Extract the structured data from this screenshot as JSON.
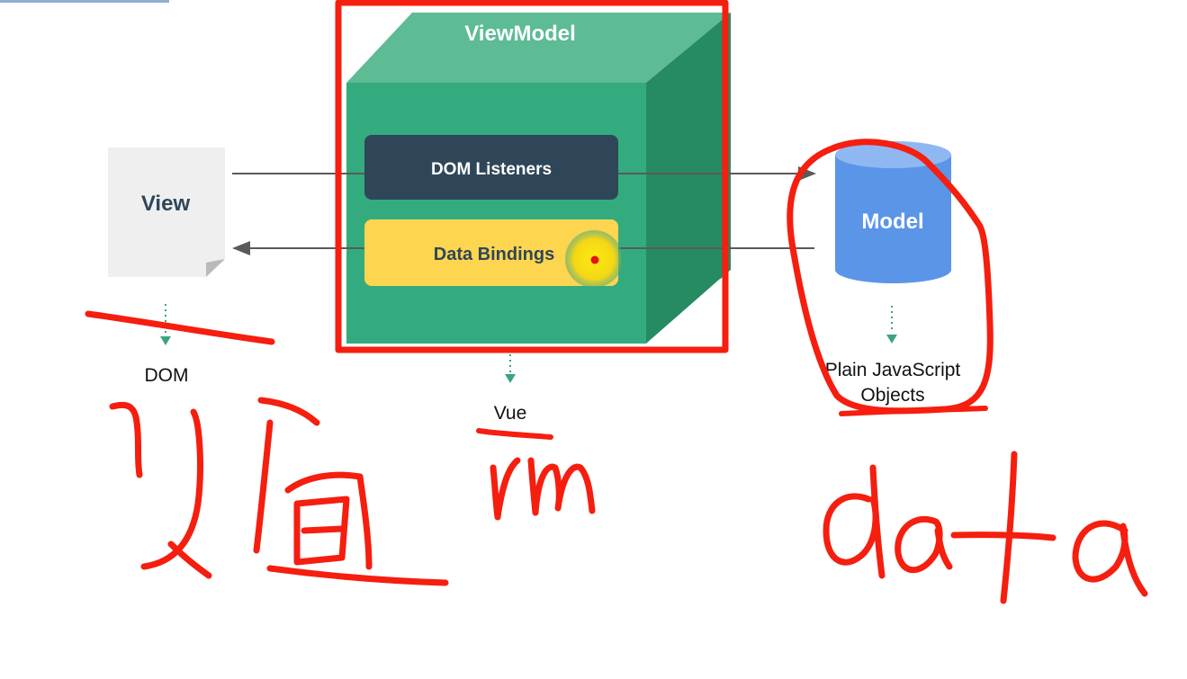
{
  "diagram": {
    "view": {
      "label": "View",
      "caption": "DOM"
    },
    "viewmodel": {
      "label": "ViewModel",
      "listeners_label": "DOM Listeners",
      "bindings_label": "Data Bindings",
      "caption": "Vue"
    },
    "model": {
      "label": "Model",
      "caption_line1": "Plain JavaScript",
      "caption_line2": "Objects"
    }
  },
  "colors": {
    "cube_front": "#33ab7e",
    "cube_top": "#5dbb96",
    "cube_side": "#268a63",
    "listeners": "#2f4658",
    "bindings": "#fdd54f",
    "model": "#5b95e8",
    "model_top": "#8fb8f2",
    "view_page": "#efefef",
    "annotation_red": "#f51e0f",
    "arrow": "#5a5a5a",
    "dotted_arrow": "#3aa57c"
  },
  "annotations": {
    "note": "handwritten red ink strokes over the diagram (box, underlines, circle, \"vm\", \"data\" and a Chinese character)"
  }
}
